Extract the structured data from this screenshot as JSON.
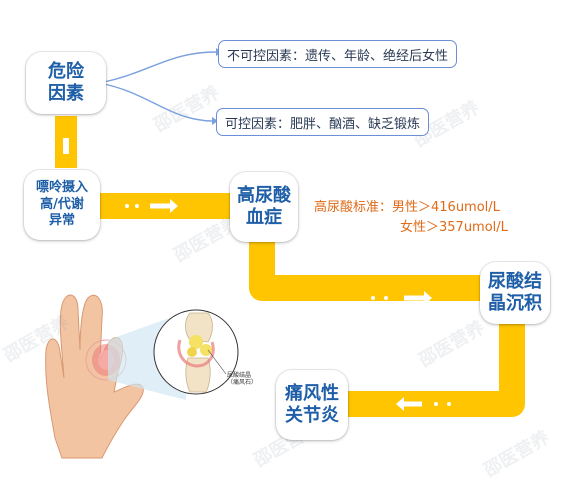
{
  "nodes": {
    "risk": {
      "line1": "危险",
      "line2": "因素"
    },
    "intake": {
      "line1": "嘌呤摄入",
      "line2": "高/代谢",
      "line3": "异常"
    },
    "hyperuricemia": {
      "line1": "高尿酸",
      "line2": "血症"
    },
    "crystal": {
      "line1": "尿酸结",
      "line2": "晶沉积"
    },
    "gout": {
      "line1": "痛风性",
      "line2": "关节炎"
    }
  },
  "risk_factors": {
    "uncontrollable": "不可控因素：遗传、年龄、绝经后女性",
    "controllable": "可控因素：肥胖、酗酒、缺乏锻炼"
  },
  "criteria": {
    "line1": "高尿酸标准：男性＞416umol/L",
    "line2": "女性＞357umol/L"
  },
  "illustration": {
    "caption_line1": "尿酸结晶",
    "caption_line2": "（痛风石）"
  },
  "watermark": "邵医营养",
  "colors": {
    "path": "#ffc500",
    "node_text": "#1f5fa8",
    "criteria_text": "#e06a17",
    "connector": "#7aa0e0"
  }
}
